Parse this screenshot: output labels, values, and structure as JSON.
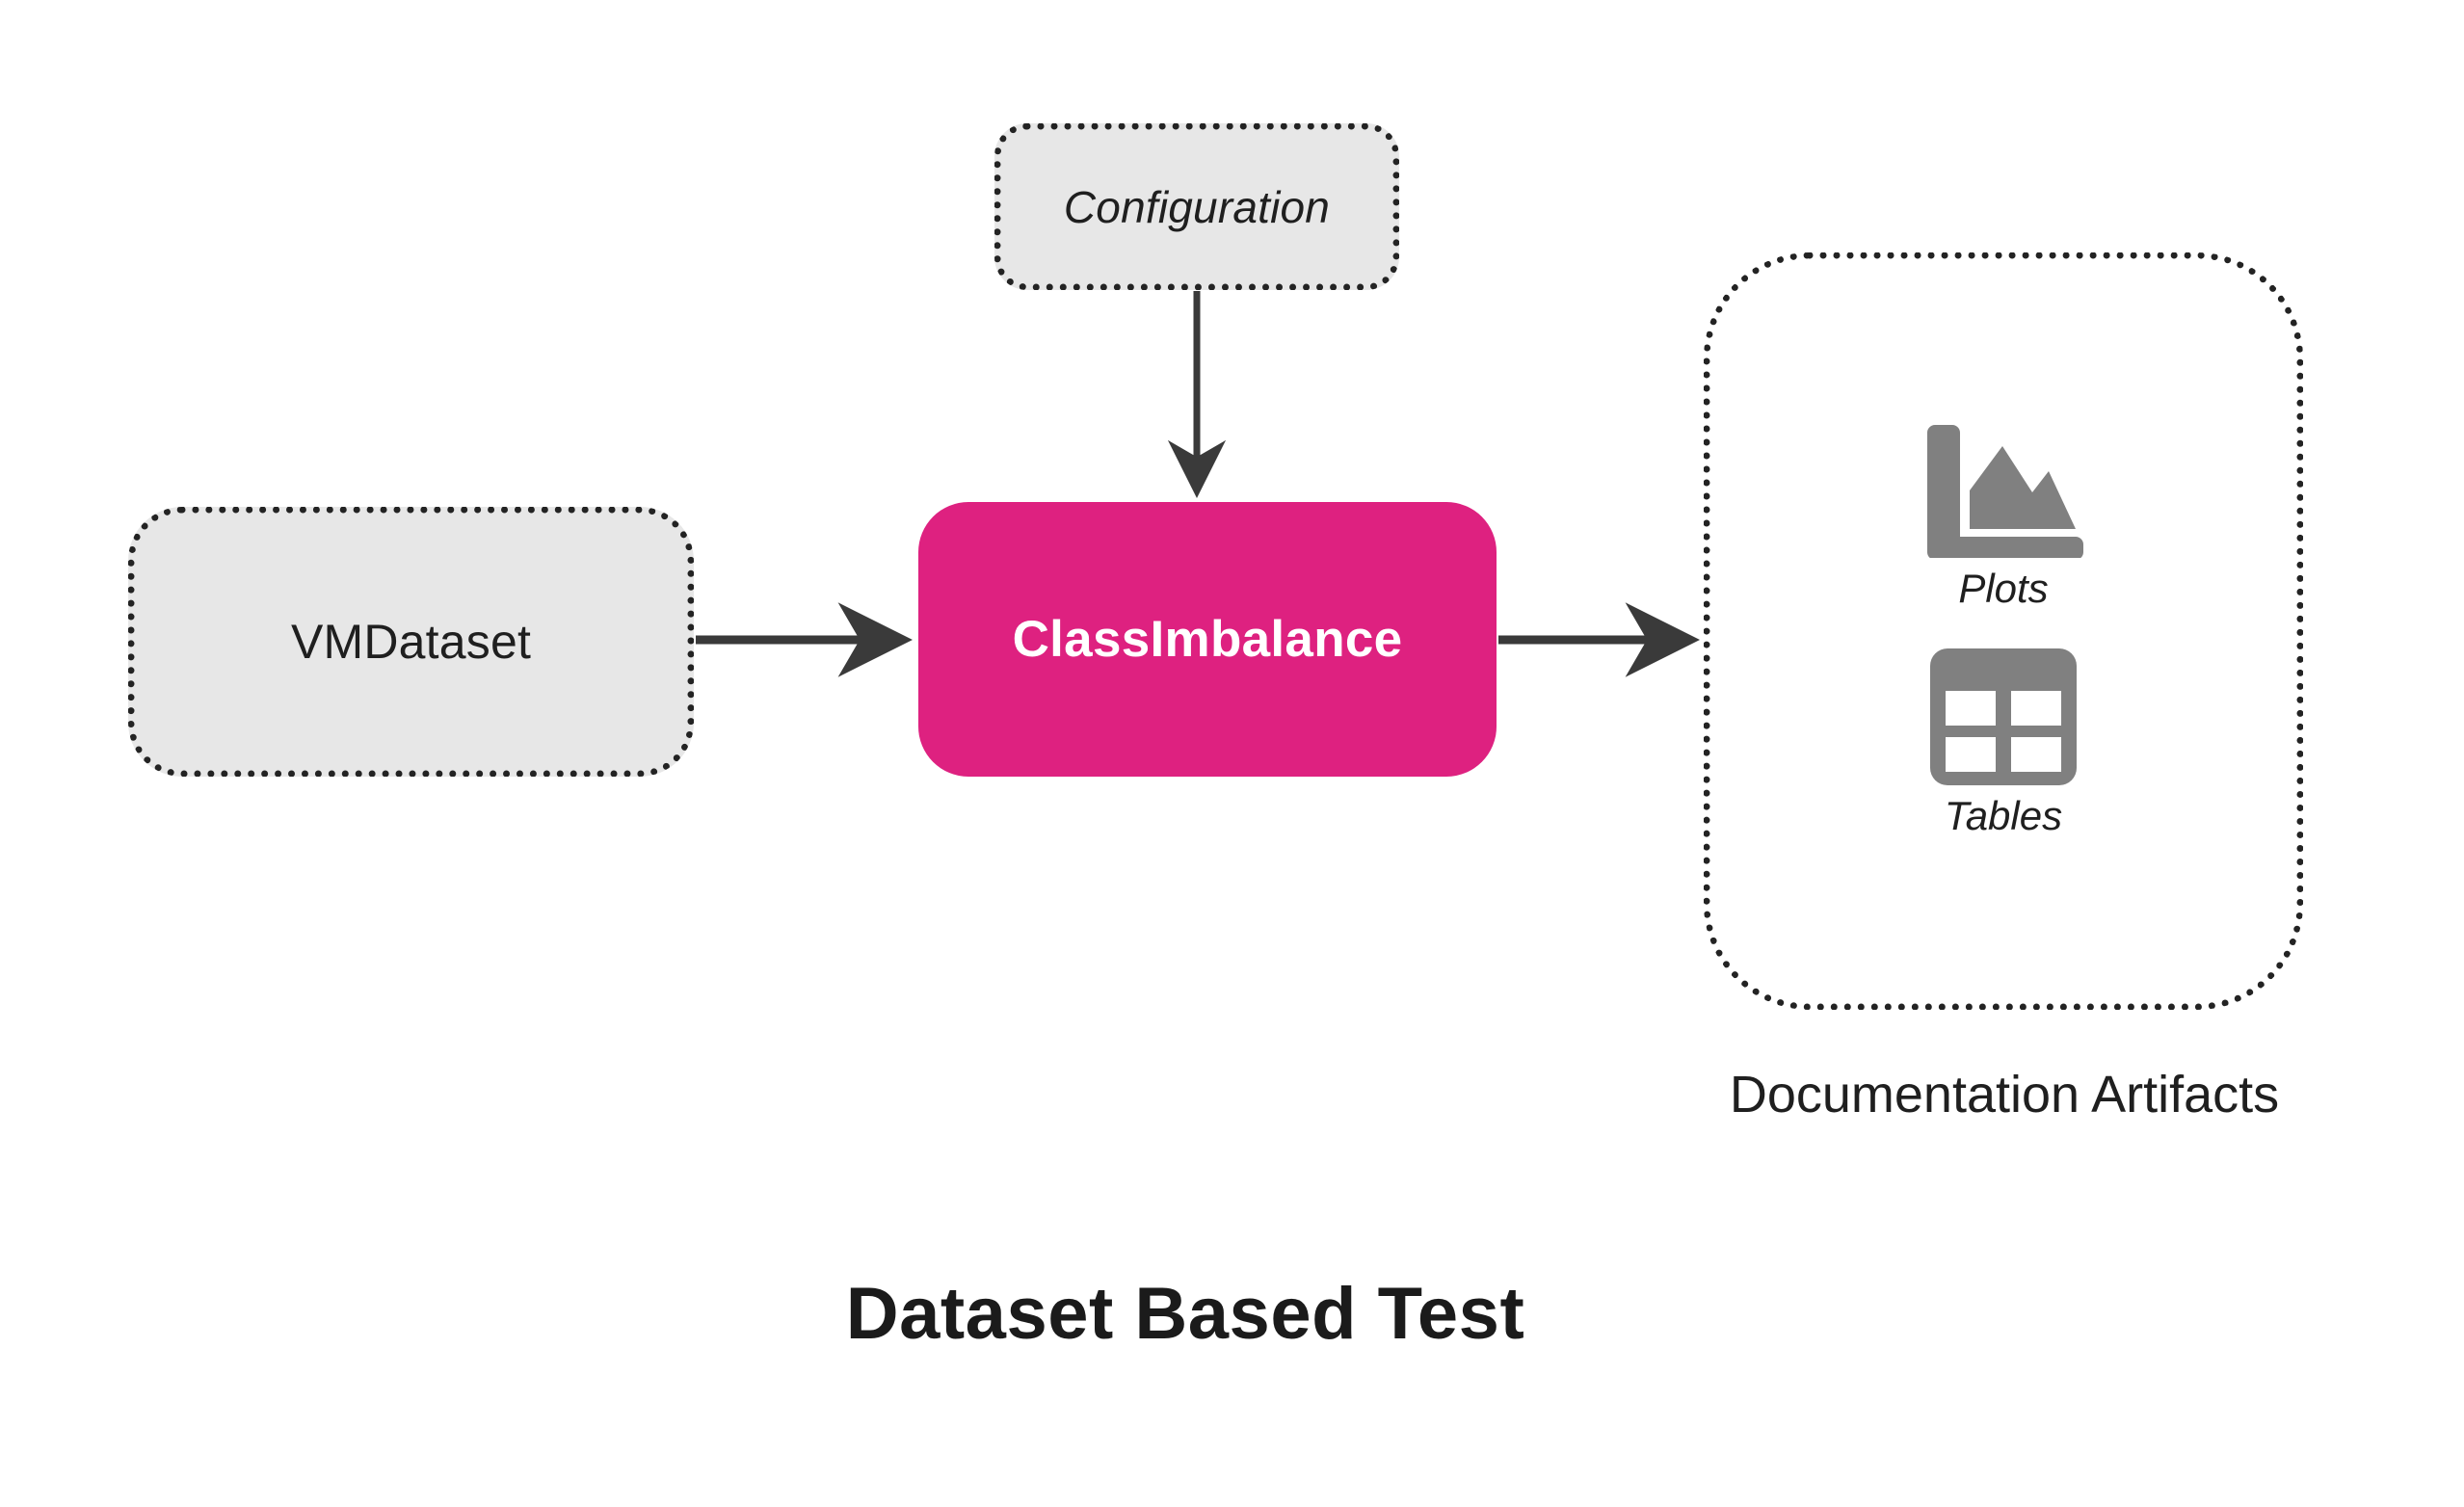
{
  "diagram": {
    "title": "Dataset Based Test",
    "background": "#ffffff",
    "accent_color": "#de2180",
    "node_fill": "#e7e7e7",
    "border_color": "#232323",
    "icon_color": "#808080",
    "arrow_color": "#3a3a3a"
  },
  "nodes": {
    "config": {
      "label": "Configuration",
      "style": "dotted-grey"
    },
    "dataset": {
      "label": "VMDataset",
      "style": "dotted-grey"
    },
    "test": {
      "label": "ClassImbalance",
      "style": "solid-pink"
    }
  },
  "artifacts": {
    "caption": "Documentation Artifacts",
    "items": [
      {
        "label": "Plots",
        "icon": "area-chart-icon"
      },
      {
        "label": "Tables",
        "icon": "table-grid-icon"
      }
    ]
  },
  "edges": [
    {
      "from": "config",
      "to": "test",
      "direction": "down"
    },
    {
      "from": "dataset",
      "to": "test",
      "direction": "right"
    },
    {
      "from": "test",
      "to": "artifacts",
      "direction": "right"
    }
  ]
}
